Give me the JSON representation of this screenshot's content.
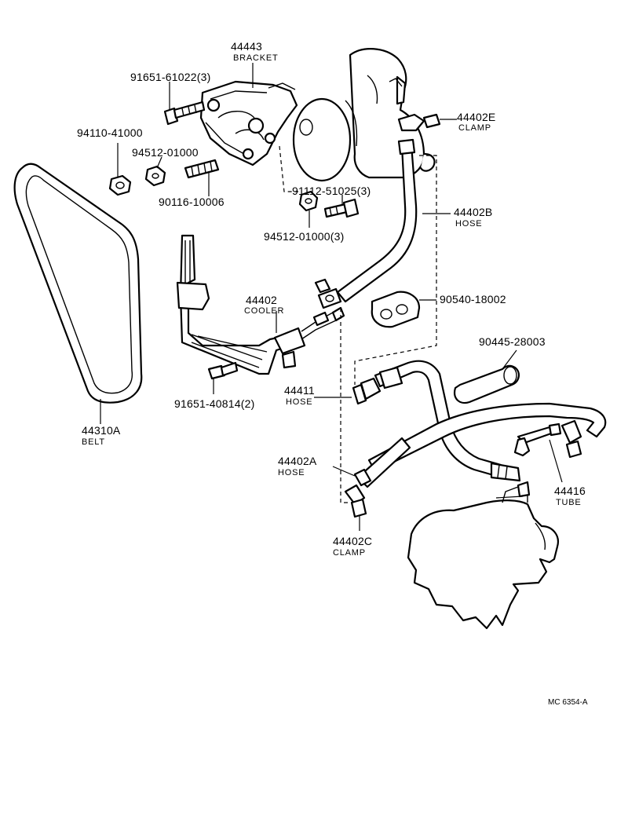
{
  "labels": {
    "bracket": {
      "number": "44443",
      "name": "BRACKET"
    },
    "bolt_bracket": {
      "number": "91651-61022(3)"
    },
    "clamp_e": {
      "number": "44402E",
      "name": "CLAMP"
    },
    "nut_94110": {
      "number": "94110-41000"
    },
    "nut_94512": {
      "number": "94512-01000"
    },
    "stud_90116": {
      "number": "90116-10006"
    },
    "bolt_91112": {
      "number": "91112-51025(3)"
    },
    "nut_94512_3": {
      "number": "94512-01000(3)"
    },
    "hose_b": {
      "number": "44402B",
      "name": "HOSE"
    },
    "cooler": {
      "number": "44402",
      "name": "COOLER"
    },
    "grommet_90540": {
      "number": "90540-18002"
    },
    "sleeve_90445": {
      "number": "90445-28003"
    },
    "hose_44411": {
      "number": "44411",
      "name": "HOSE"
    },
    "bolt_cooler": {
      "number": "91651-40814(2)"
    },
    "belt": {
      "number": "44310A",
      "name": "BELT"
    },
    "hose_a": {
      "number": "44402A",
      "name": "HOSE"
    },
    "tube": {
      "number": "44416",
      "name": "TUBE"
    },
    "clamp_c": {
      "number": "44402C",
      "name": "CLAMP"
    }
  },
  "footer": {
    "code": "MC 6354-A"
  }
}
